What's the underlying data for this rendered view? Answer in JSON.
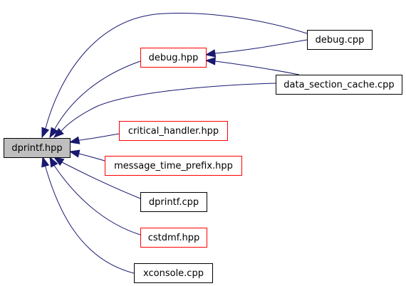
{
  "graph": {
    "colors": {
      "edge": "#191970",
      "node_border_default": "#000000",
      "node_border_link": "#ff0000",
      "node_fill_default": "#ffffff",
      "node_fill_focus": "#bfbfbf"
    },
    "nodes": [
      {
        "id": "dprintf_hpp",
        "label": "dprintf.hpp",
        "style": "focus"
      },
      {
        "id": "debug_hpp",
        "label": "debug.hpp",
        "style": "link"
      },
      {
        "id": "debug_cpp",
        "label": "debug.cpp",
        "style": "plain"
      },
      {
        "id": "data_section_cache_cpp",
        "label": "data_section_cache.cpp",
        "style": "plain"
      },
      {
        "id": "critical_handler_hpp",
        "label": "critical_handler.hpp",
        "style": "link"
      },
      {
        "id": "message_time_prefix_hpp",
        "label": "message_time_prefix.hpp",
        "style": "link"
      },
      {
        "id": "dprintf_cpp",
        "label": "dprintf.cpp",
        "style": "plain"
      },
      {
        "id": "cstdmf_hpp",
        "label": "cstdmf.hpp",
        "style": "link"
      },
      {
        "id": "xconsole_cpp",
        "label": "xconsole.cpp",
        "style": "plain"
      }
    ],
    "edges": [
      {
        "from": "debug_cpp",
        "to": "dprintf_hpp"
      },
      {
        "from": "debug_hpp",
        "to": "dprintf_hpp"
      },
      {
        "from": "data_section_cache_cpp",
        "to": "dprintf_hpp"
      },
      {
        "from": "critical_handler_hpp",
        "to": "dprintf_hpp"
      },
      {
        "from": "message_time_prefix_hpp",
        "to": "dprintf_hpp"
      },
      {
        "from": "dprintf_cpp",
        "to": "dprintf_hpp"
      },
      {
        "from": "cstdmf_hpp",
        "to": "dprintf_hpp"
      },
      {
        "from": "xconsole_cpp",
        "to": "dprintf_hpp"
      },
      {
        "from": "debug_cpp",
        "to": "debug_hpp"
      },
      {
        "from": "data_section_cache_cpp",
        "to": "debug_hpp"
      }
    ]
  }
}
